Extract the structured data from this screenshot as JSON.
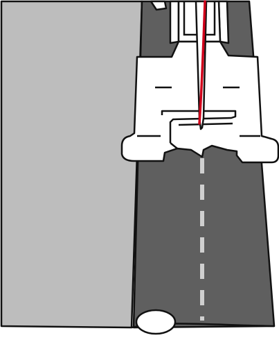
{
  "colors": {
    "background": "#ffffff",
    "light_fabric": "#bdbdbd",
    "dark_fabric": "#5f5f5f",
    "outline": "#111111",
    "presser_foot": "#ffffff",
    "needle": "#ffffff",
    "thread": "#d0001a",
    "stitch_line": "#cfcfcf"
  },
  "icons": [
    "light-fabric-layer",
    "dark-fabric-layer",
    "presser-foot",
    "needle",
    "thread",
    "stitch-line",
    "fabric-fold"
  ]
}
